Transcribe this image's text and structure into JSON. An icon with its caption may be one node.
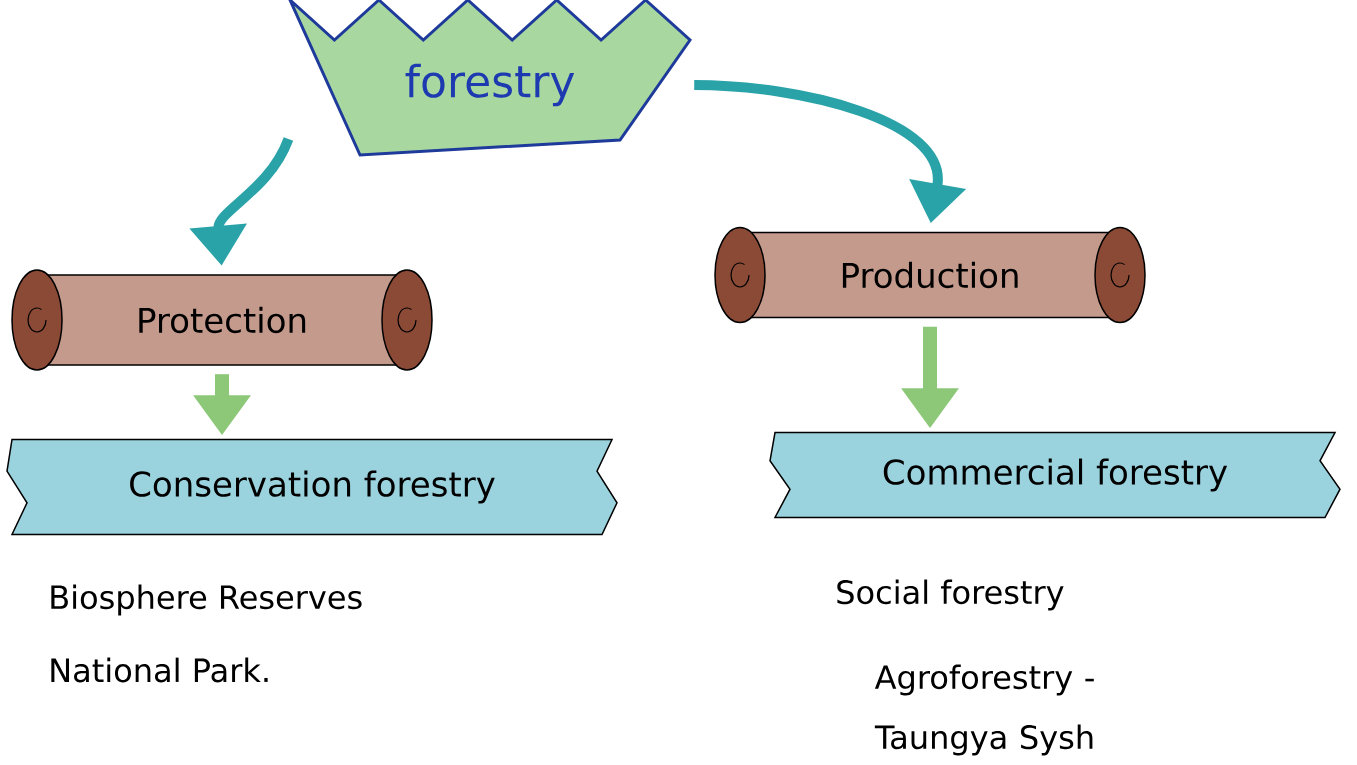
{
  "diagram": {
    "nodes": [
      {
        "text": [
          "forestry"
        ]
      },
      {
        "text": [
          "Protection"
        ]
      },
      {
        "text": [
          "Production"
        ]
      },
      {
        "text": [
          "Conservation forestry"
        ]
      },
      {
        "text": [
          "Commercial forestry"
        ]
      }
    ],
    "edges": [
      {
        "from": 0,
        "to": 1,
        "arrow": "to",
        "color": "#2aa3a8"
      },
      {
        "from": 0,
        "to": 2,
        "arrow": "to",
        "color": "#2aa3a8"
      },
      {
        "from": 1,
        "to": 3,
        "arrow": "to",
        "color": "#8cc878"
      },
      {
        "from": 2,
        "to": 4,
        "arrow": "to",
        "color": "#8cc878"
      }
    ],
    "labels": [
      "Biosphere Reserves",
      "National Park.",
      "Social forestry",
      "Agroforestry - Taungya Sysh"
    ]
  }
}
